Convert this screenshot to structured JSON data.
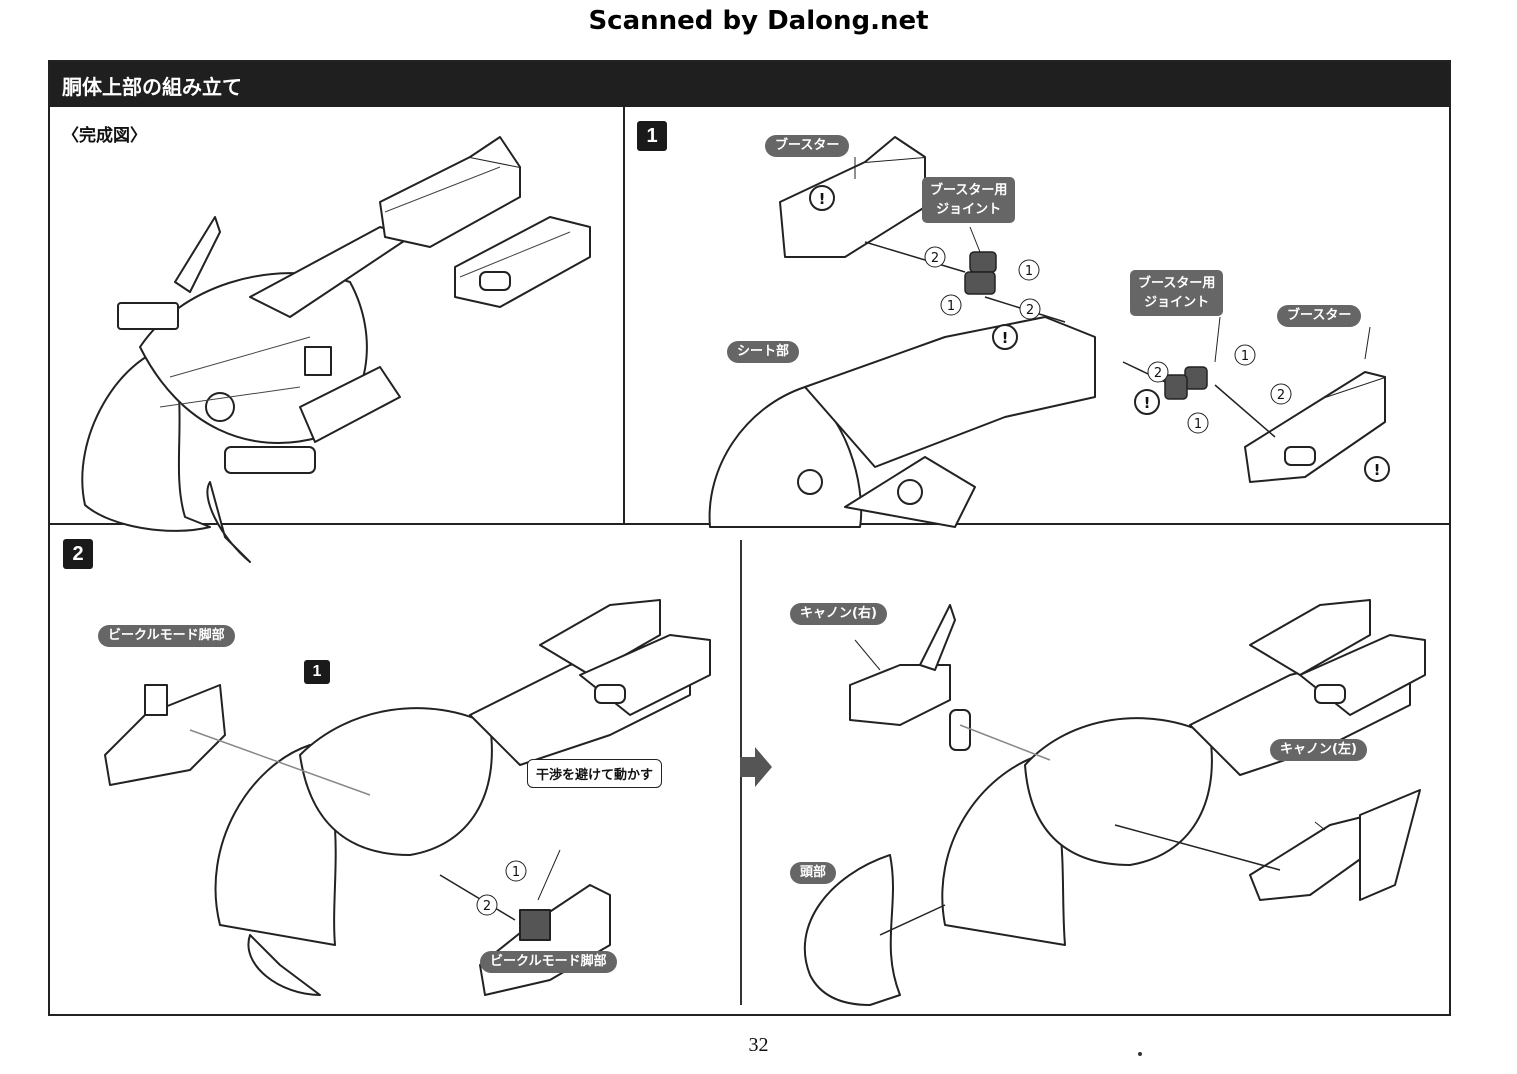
{
  "watermark": "Scanned by Dalong.net",
  "section_title": "胴体上部の組み立て",
  "complete": {
    "label": "〈完成図〉"
  },
  "step1": {
    "number": "1",
    "labels": {
      "booster_left": "ブースター",
      "booster_joint_left_line1": "ブースター用",
      "booster_joint_left_line2": "ジョイント",
      "booster_joint_right_line1": "ブースター用",
      "booster_joint_right_line2": "ジョイント",
      "booster_right": "ブースター",
      "seat": "シート部"
    },
    "markers": {
      "one": "1",
      "two": "2",
      "caution": "!"
    }
  },
  "step2": {
    "number": "2",
    "inner_step": "1",
    "labels": {
      "vehicle_leg_top": "ビークルモード脚部",
      "vehicle_leg_bottom": "ビークルモード脚部",
      "avoid_note": "干渉を避けて動かす",
      "cannon_right": "キャノン(右)",
      "cannon_left": "キャノン(左)",
      "head": "頭部"
    },
    "markers": {
      "one": "1",
      "two": "2"
    }
  },
  "page_number": "32",
  "colors": {
    "bar": "#1f1f1f",
    "tag": "#666666",
    "line": "#222222"
  }
}
